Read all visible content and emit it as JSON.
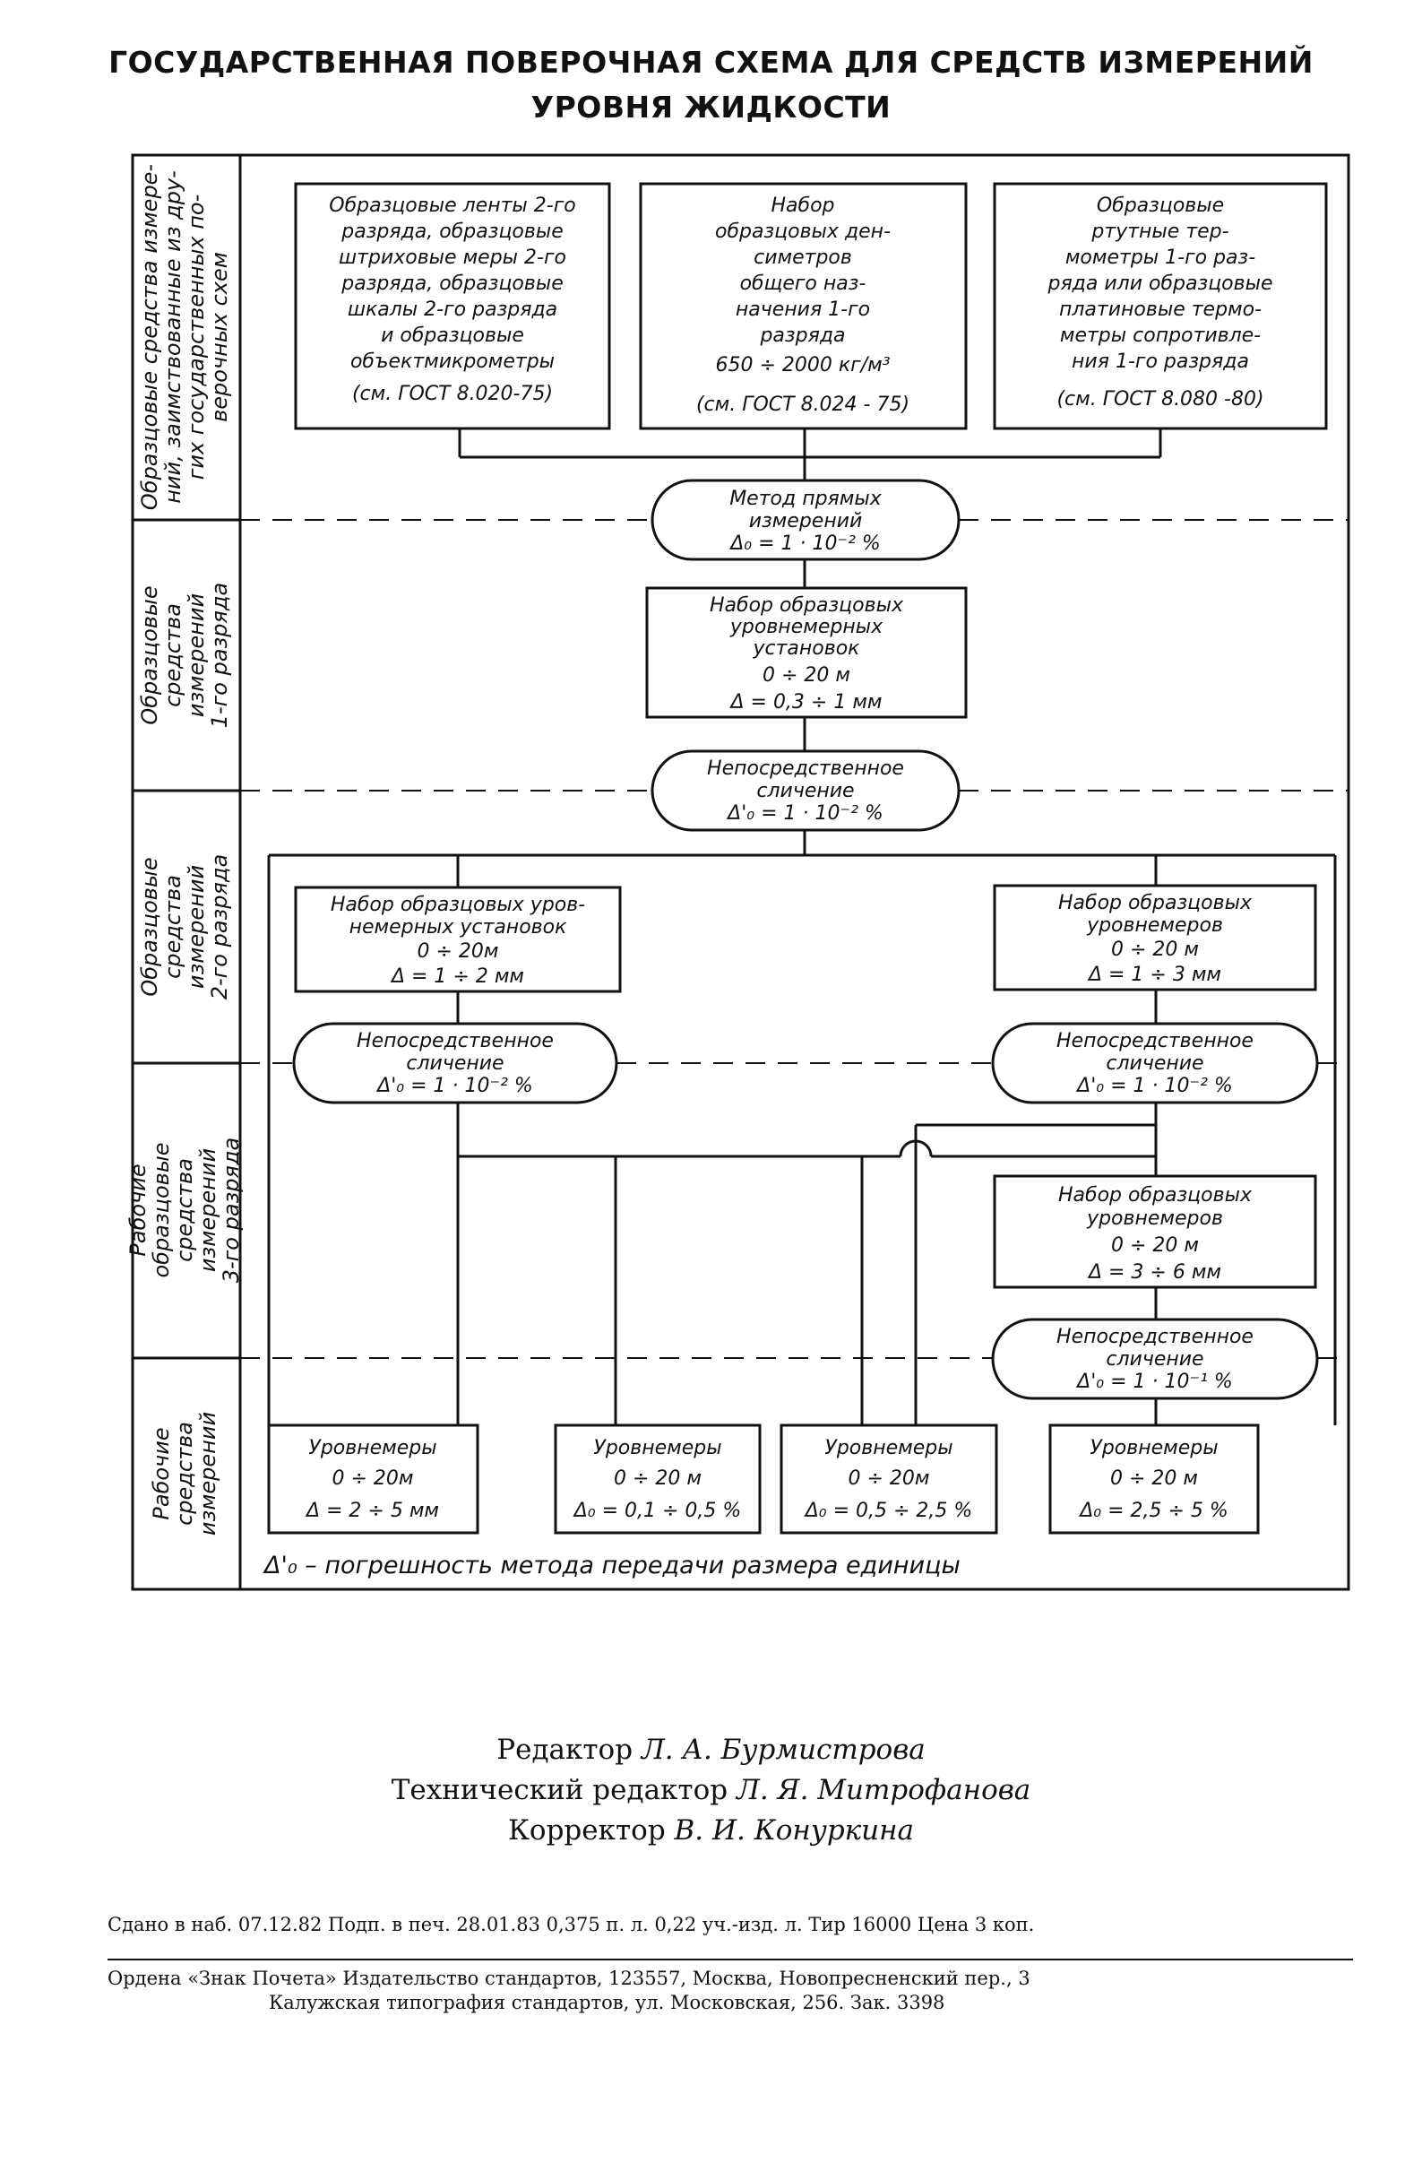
{
  "title": {
    "line1": "ГОСУДАРСТВЕННАЯ ПОВЕРОЧНАЯ СХЕМА ДЛЯ СРЕДСТВ ИЗМЕРЕНИЙ",
    "line2": "УРОВНЯ ЖИДКОСТИ"
  },
  "row_labels": [
    [
      "Образцовые средства измере-",
      "ний, заимствованные из дру-",
      "гих государственных по-",
      "верочных схем"
    ],
    [
      "Образцовые",
      "средства",
      "измерений",
      "1-го разряда"
    ],
    [
      "Образцовые",
      "средства",
      "измерений",
      "2-го разряда"
    ],
    [
      "Рабочие",
      "образцовые",
      "средства",
      "измерений",
      "3-го разряда"
    ],
    [
      "Рабочие",
      "средства",
      "измерений"
    ]
  ],
  "boxes": {
    "tapes": [
      "Образцовые ленты 2-го",
      "разряда, образцовые",
      "штриховые меры 2-го",
      "разряда, образцовые",
      "шкалы 2-го разряда",
      "и образцовые",
      "объектмикрометры",
      "(см. ГОСТ 8.020-75)"
    ],
    "densimeters": [
      "Набор",
      "образцовых ден-",
      "симетров",
      "общего наз-",
      "начения 1-го",
      "разряда",
      "650 ÷ 2000 кг/м³",
      "(см. ГОСТ 8.024 - 75)"
    ],
    "thermometers": [
      "Образцовые",
      "ртутные тер-",
      "мометры 1-го раз-",
      "ряда или образцовые",
      "платиновые термо-",
      "метры сопротивле-",
      "ния 1-го разряда",
      "(см. ГОСТ 8.080 -80)"
    ],
    "installations_1": [
      "Набор образцовых",
      "уровнемерных",
      "установок",
      "0 ÷ 20 м",
      "Δ = 0,3 ÷ 1 мм"
    ],
    "installations_2": [
      "Набор образцовых уров-",
      "немерных установок",
      "0 ÷ 20м",
      "Δ = 1 ÷ 2 мм"
    ],
    "levelmeters_2": [
      "Набор образцовых",
      "уровнемеров",
      "0 ÷ 20 м",
      "Δ = 1 ÷ 3 мм"
    ],
    "levelmeters_3": [
      "Набор образцовых",
      "уровнемеров",
      "0 ÷ 20 м",
      "Δ = 3 ÷ 6 мм"
    ]
  },
  "methods": {
    "direct": [
      "Метод прямых",
      "измерений",
      "Δ₀ = 1 · 10⁻² %"
    ],
    "compare_1": [
      "Непосредственное",
      "сличение",
      "Δ'₀ = 1 · 10⁻² %"
    ],
    "compare_2a": [
      "Непосредственное",
      "сличение",
      "Δ'₀ = 1 · 10⁻² %"
    ],
    "compare_2b": [
      "Непосредственное",
      "сличение",
      "Δ'₀ = 1 · 10⁻² %"
    ],
    "compare_3": [
      "Непосредственное",
      "сличение",
      "Δ'₀ = 1 · 10⁻¹ %"
    ]
  },
  "working": [
    [
      "Уровнемеры",
      "0 ÷ 20м",
      "Δ = 2 ÷ 5 мм"
    ],
    [
      "Уровнемеры",
      "0 ÷ 20 м",
      "Δ₀ = 0,1 ÷ 0,5 %"
    ],
    [
      "Уровнемеры",
      "0 ÷ 20м",
      "Δ₀ = 0,5 ÷ 2,5 %"
    ],
    [
      "Уровнемеры",
      "0 ÷ 20 м",
      "Δ₀ = 2,5 ÷ 5 %"
    ]
  ],
  "legend": "Δ'₀ – погрешность метода передачи размера единицы",
  "credits": {
    "editor_role": "Редактор",
    "editor_name": "Л. А. Бурмистрова",
    "tech_role": "Технический редактор",
    "tech_name": "Л. Я. Митрофанова",
    "corrector_role": "Корректор",
    "corrector_name": "В. И. Конуркина"
  },
  "publication": {
    "line1": "Сдано в наб. 07.12.82 Подп. в печ. 28.01.83 0,375 п. л. 0,22 уч.-изд. л. Тир 16000 Цена 3 коп.",
    "line2": "Ордена «Знак Почета» Издательство стандартов, 123557, Москва, Новопресненский пер., 3",
    "line3": "Калужская типография стандартов, ул. Московская, 256. Зак. 3398"
  }
}
